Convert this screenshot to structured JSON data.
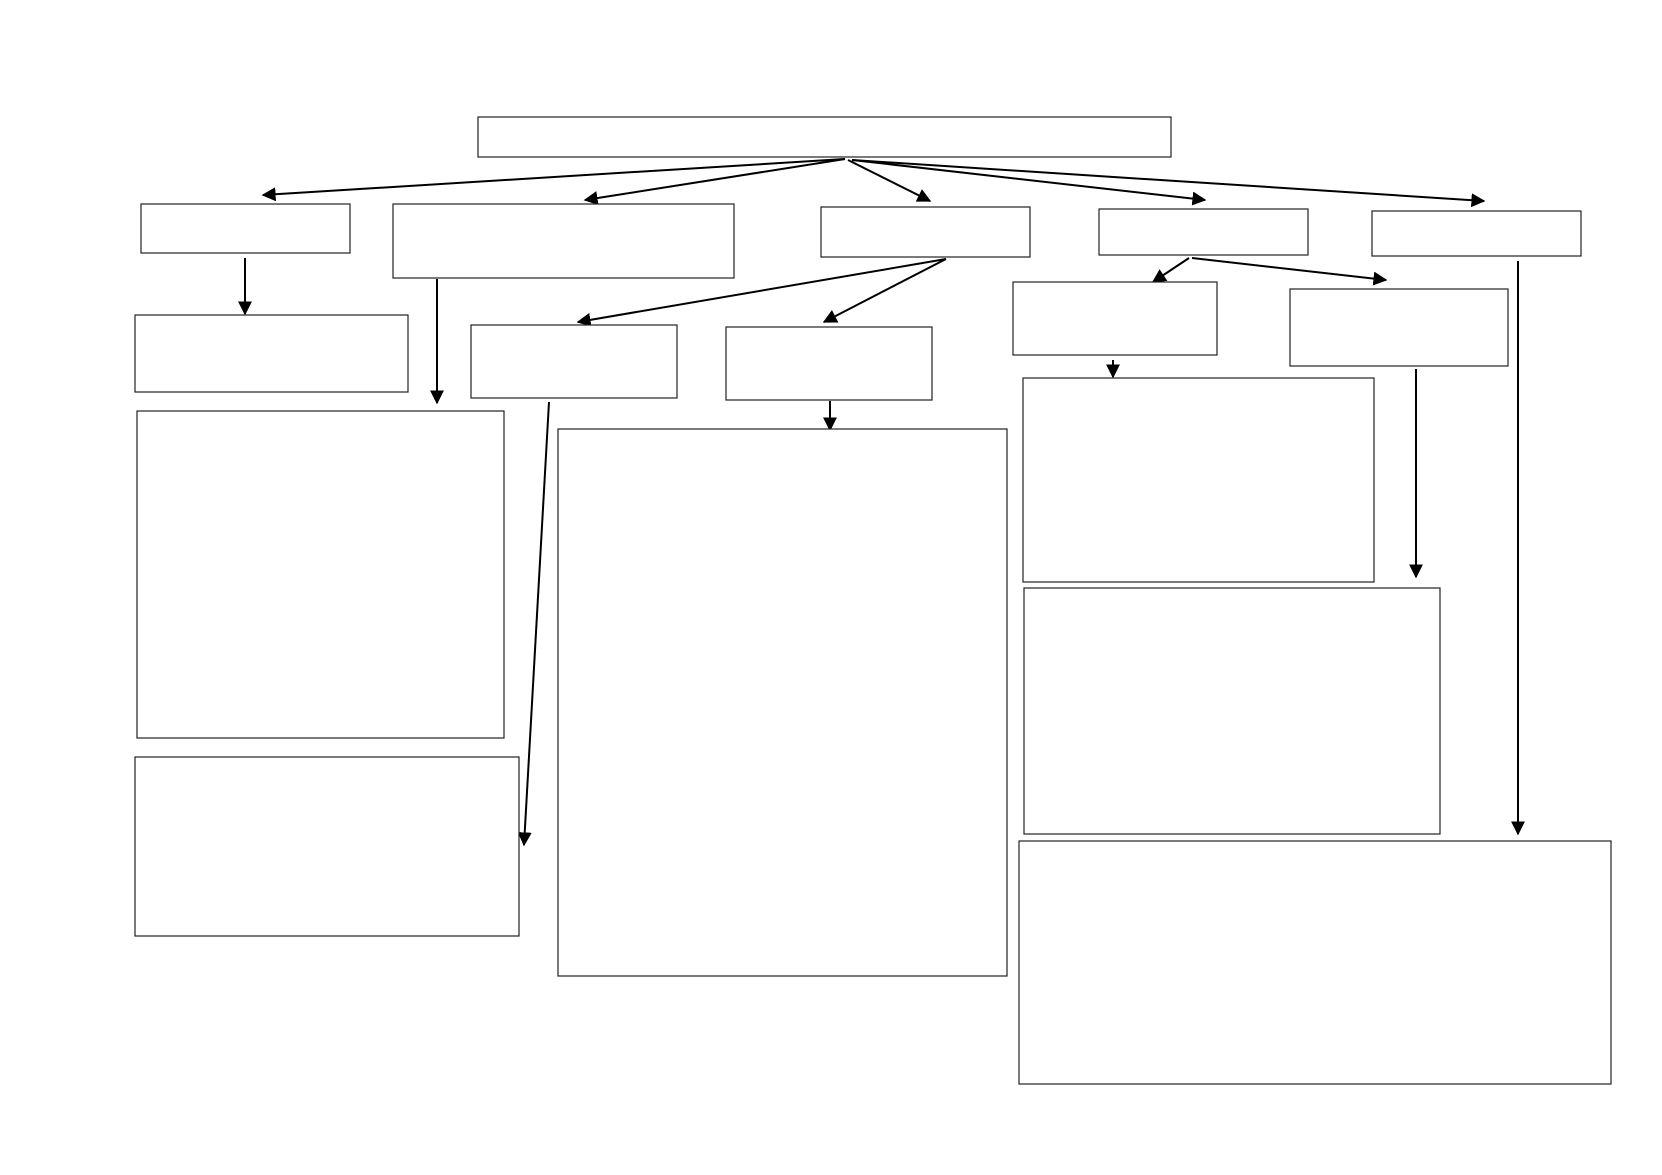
{
  "diagram": {
    "type": "blank hierarchy chart",
    "colors": {
      "background": "#ffffff",
      "box_border": "#222222",
      "arrow": "#000000"
    },
    "nodes": [
      {
        "id": "root",
        "text": ""
      },
      {
        "id": "level1-a",
        "text": ""
      },
      {
        "id": "level1-b",
        "text": ""
      },
      {
        "id": "level1-c",
        "text": ""
      },
      {
        "id": "level1-d",
        "text": ""
      },
      {
        "id": "level1-e",
        "text": ""
      },
      {
        "id": "a-child",
        "text": ""
      },
      {
        "id": "b-child-1",
        "text": ""
      },
      {
        "id": "b-child-2",
        "text": ""
      },
      {
        "id": "c-child-1",
        "text": ""
      },
      {
        "id": "c-child-2",
        "text": ""
      },
      {
        "id": "c-detail",
        "text": ""
      },
      {
        "id": "d-child-1",
        "text": ""
      },
      {
        "id": "d-child-2",
        "text": ""
      },
      {
        "id": "d-detail-1",
        "text": ""
      },
      {
        "id": "d-detail-2",
        "text": ""
      },
      {
        "id": "e-detail",
        "text": ""
      }
    ],
    "edges": [
      {
        "from": "root",
        "to": "level1-a"
      },
      {
        "from": "root",
        "to": "level1-b"
      },
      {
        "from": "root",
        "to": "level1-c"
      },
      {
        "from": "root",
        "to": "level1-d"
      },
      {
        "from": "root",
        "to": "level1-e"
      },
      {
        "from": "level1-a",
        "to": "a-child"
      },
      {
        "from": "level1-b",
        "to": "b-child-1"
      },
      {
        "from": "c-child-1",
        "to": "b-child-2"
      },
      {
        "from": "level1-c",
        "to": "c-child-1"
      },
      {
        "from": "level1-c",
        "to": "c-child-2"
      },
      {
        "from": "c-child-2",
        "to": "c-detail"
      },
      {
        "from": "level1-d",
        "to": "d-child-1"
      },
      {
        "from": "level1-d",
        "to": "d-child-2"
      },
      {
        "from": "d-child-1",
        "to": "d-detail-1"
      },
      {
        "from": "d-child-2",
        "to": "d-detail-2"
      },
      {
        "from": "level1-e",
        "to": "e-detail"
      }
    ]
  }
}
